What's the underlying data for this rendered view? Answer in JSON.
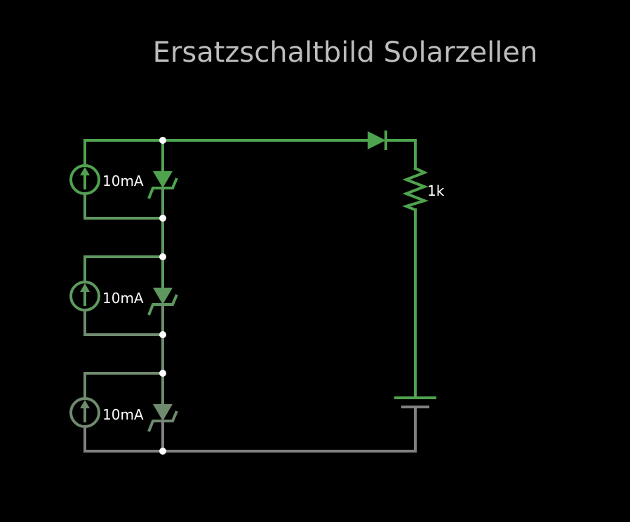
{
  "title": "Ersatzschaltbild Solarzellen",
  "cells": [
    {
      "source_label": "10mA",
      "color": "#4fa34f"
    },
    {
      "source_label": "10mA",
      "color": "#5f985f"
    },
    {
      "source_label": "10mA",
      "color": "#6f8a6f"
    }
  ],
  "resistor_label": "1k",
  "colors": {
    "background": "#000000",
    "top_wire": "#4fa34f",
    "ground_wire": "#808080",
    "node_dot": "#ffffff",
    "label_text": "#ffffff",
    "title_text": "#bdbdbd"
  },
  "components": {
    "sources": "current-source-icon",
    "cell_diodes": "zener-diode-icon",
    "series_diode": "diode-icon",
    "resistor": "resistor-icon",
    "battery": "battery-icon"
  }
}
